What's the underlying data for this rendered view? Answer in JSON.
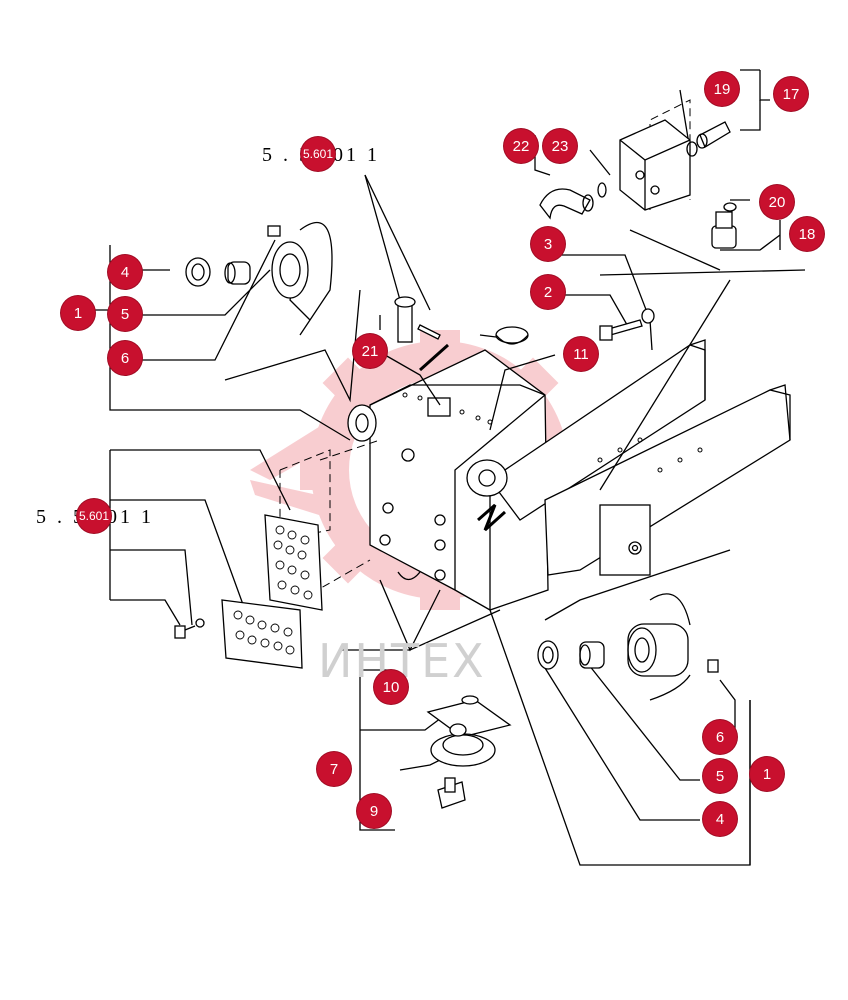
{
  "references": [
    {
      "id": "ref-top",
      "text": "5 . 5.601 1"
    },
    {
      "id": "ref-left",
      "text": "5 . 5.601 1"
    }
  ],
  "callouts": [
    {
      "id": "c-19",
      "label": "19"
    },
    {
      "id": "c-17",
      "label": "17"
    },
    {
      "id": "c-22",
      "label": "22"
    },
    {
      "id": "c-23",
      "label": "23"
    },
    {
      "id": "c-20",
      "label": "20"
    },
    {
      "id": "c-18",
      "label": "18"
    },
    {
      "id": "c-3",
      "label": "3"
    },
    {
      "id": "c-2",
      "label": "2"
    },
    {
      "id": "c-11",
      "label": "11"
    },
    {
      "id": "c-21",
      "label": "21"
    },
    {
      "id": "c-4a",
      "label": "4"
    },
    {
      "id": "c-1a",
      "label": "1"
    },
    {
      "id": "c-5a",
      "label": "5"
    },
    {
      "id": "c-6a",
      "label": "6"
    },
    {
      "id": "c-ref1",
      "label": "5.601"
    },
    {
      "id": "c-ref2",
      "label": "5.601"
    },
    {
      "id": "c-10",
      "label": "10"
    },
    {
      "id": "c-7",
      "label": "7"
    },
    {
      "id": "c-9",
      "label": "9"
    },
    {
      "id": "c-6b",
      "label": "6"
    },
    {
      "id": "c-5b",
      "label": "5"
    },
    {
      "id": "c-1b",
      "label": "1"
    },
    {
      "id": "c-4b",
      "label": "4"
    }
  ],
  "watermark": {
    "text": "ИНТЕХ",
    "color": "#e02030"
  }
}
